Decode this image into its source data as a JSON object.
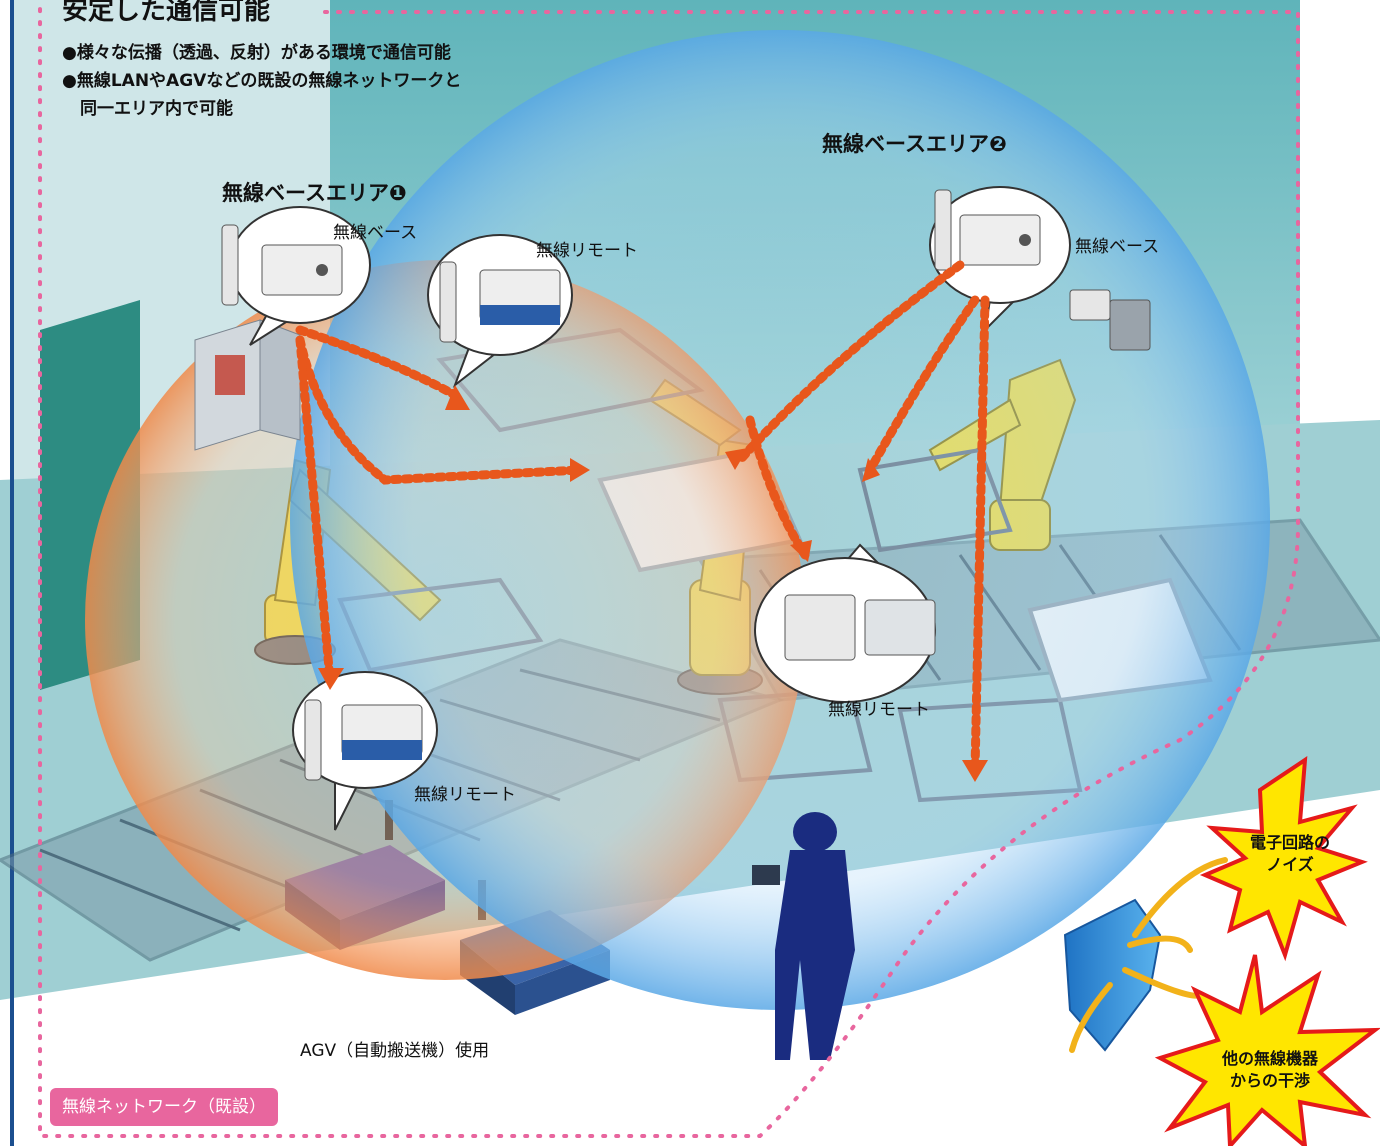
{
  "heading": "安定した通信可能",
  "bullets": [
    "●様々な伝播（透過、反射）がある環境で通信可能",
    "●無線LANやAGVなどの既設の無線ネットワークと",
    "同一エリア内で可能"
  ],
  "areas": [
    {
      "title": "無線ベースエリア❶",
      "color": "#f0a070"
    },
    {
      "title": "無線ベースエリア❷",
      "color": "#78b6e6"
    }
  ],
  "labels": {
    "base_1": "無線ベース",
    "remote_1": "無線リモート",
    "base_2": "無線ベース",
    "remote_2": "無線リモート",
    "remote_3": "無線リモート",
    "agv": "AGV（自動搬送機）使用"
  },
  "interference": [
    {
      "lines": [
        "電子回路の",
        "ノイズ"
      ]
    },
    {
      "lines": [
        "他の無線機器",
        "からの干渉"
      ]
    }
  ],
  "network_tag": "無線ネットワーク（既設）",
  "colors": {
    "wave": "#e8571c",
    "dotted_border": "#e8669e",
    "shield": "#2e8ad6",
    "burst": "#ffe600",
    "burst_stroke": "#e51a1a",
    "floor": "#8fc6cc",
    "wall": "#5db3b9"
  }
}
